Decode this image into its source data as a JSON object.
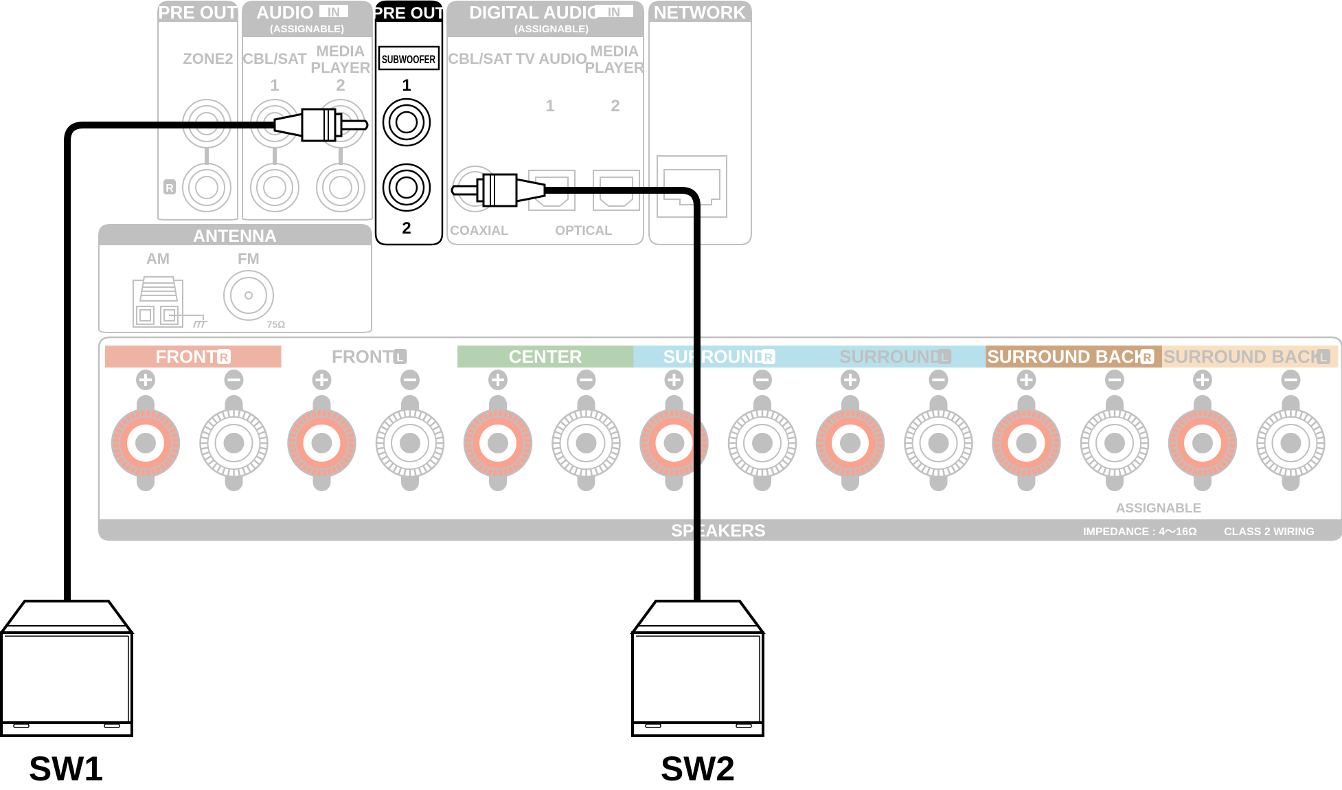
{
  "panels": {
    "pre_out_zone2": {
      "title": "PRE OUT",
      "label": "ZONE2",
      "side_label": "R"
    },
    "audio_in": {
      "title": "AUDIO",
      "badge": "IN",
      "subtitle": "(ASSIGNABLE)",
      "inputs": [
        "CBL/SAT",
        "MEDIA PLAYER"
      ],
      "numbers": [
        "1",
        "2"
      ]
    },
    "pre_out_sub": {
      "title": "PRE OUT",
      "label": "SUBWOOFER",
      "numbers": [
        "1",
        "2"
      ]
    },
    "digital_audio_in": {
      "title": "DIGITAL AUDIO",
      "badge": "IN",
      "subtitle": "(ASSIGNABLE)",
      "inputs": [
        "CBL/SAT",
        "TV AUDIO",
        "MEDIA PLAYER"
      ],
      "numbers": [
        "1",
        "2"
      ],
      "coaxial": "COAXIAL",
      "optical": "OPTICAL"
    },
    "network": {
      "title": "NETWORK"
    },
    "antenna": {
      "title": "ANTENNA",
      "am": "AM",
      "fm": "FM",
      "impedance": "75Ω"
    }
  },
  "speakers": {
    "title": "SPEAKERS",
    "assignable": "ASSIGNABLE",
    "impedance": "IMPEDANCE : 4〜16Ω",
    "wiring": "CLASS 2 WIRING",
    "channels": [
      {
        "name": "FRONT",
        "side": "R",
        "color": "#eeb3a2",
        "text_color": "#ffffff"
      },
      {
        "name": "FRONT",
        "side": "L",
        "color": "#ffffff",
        "text_color": "#c0c0c0"
      },
      {
        "name": "CENTER",
        "side": "",
        "color": "#b5d2b0",
        "text_color": "#ffffff"
      },
      {
        "name": "SURROUND",
        "side": "R",
        "color": "#b6e0ec",
        "text_color": "#ffffff"
      },
      {
        "name": "SURROUND",
        "side": "L",
        "color": "#b6e0ec",
        "text_color": "#c0c0c0"
      },
      {
        "name": "SURROUND BACK",
        "side": "R",
        "color": "#cca57f",
        "text_color": "#ffffff"
      },
      {
        "name": "SURROUND BACK",
        "side": "L",
        "color": "#f8dfc2",
        "text_color": "#c0c0c0"
      }
    ]
  },
  "subwoofers": [
    {
      "label": "SW1",
      "connected_to": "SUBWOOFER 1"
    },
    {
      "label": "SW2",
      "connected_to": "SUBWOOFER 2"
    }
  ],
  "colors": {
    "gray": "#c0c0c0",
    "black": "#000000",
    "red_terminal": "#f9a290"
  }
}
